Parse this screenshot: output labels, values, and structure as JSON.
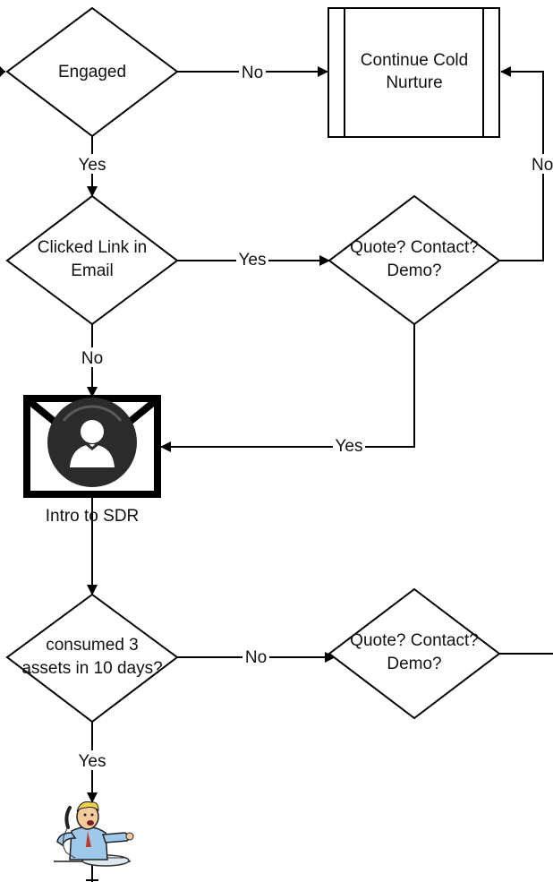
{
  "nodes": {
    "engaged": "Engaged",
    "continue_cold_nurture": [
      "Continue Cold",
      "Nurture"
    ],
    "clicked_link": [
      "Clicked Link in",
      "Email"
    ],
    "quote_contact_demo_1": [
      "Quote? Contact?",
      "Demo?"
    ],
    "intro_to_sdr": "Intro to SDR",
    "consumed_assets": [
      "consumed 3",
      "assets in 10 days?"
    ],
    "quote_contact_demo_2": [
      "Quote? Contact?",
      "Demo?"
    ]
  },
  "edges": {
    "engaged_no": "No",
    "engaged_yes": "Yes",
    "quote1_no": "No",
    "clicked_yes": "Yes",
    "clicked_no": "No",
    "quote1_yes": "Yes",
    "consumed_no": "No",
    "consumed_yes": "Yes"
  },
  "colors": {
    "stroke": "#000000",
    "text": "#111111",
    "email_icon_frame": "#000000",
    "avatar_circle": "#2b2b2b"
  },
  "icons": {
    "sdr": "email-contact-icon",
    "sales_rep": "phone-salesperson-icon"
  }
}
